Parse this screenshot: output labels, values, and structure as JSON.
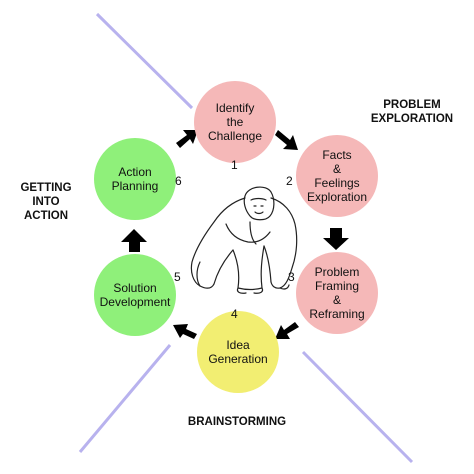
{
  "colors": {
    "pink": "#f5b8b8",
    "green": "#8ff07a",
    "yellow": "#f2ee72",
    "lines": "#b8b2ee",
    "arrows": "#000000"
  },
  "steps": [
    {
      "number": "1",
      "label": "Identify the Challenge",
      "lines": [
        "Identify",
        "the",
        "Challenge"
      ]
    },
    {
      "number": "2",
      "label": "Facts & Feelings Exploration",
      "lines": [
        "Facts",
        "&",
        "Feelings",
        "Exploration"
      ]
    },
    {
      "number": "3",
      "label": "Problem Framing & Reframing",
      "lines": [
        "Problem",
        "Framing",
        "&",
        "Reframing"
      ]
    },
    {
      "number": "4",
      "label": "Idea Generation",
      "lines": [
        "Idea",
        "Generation"
      ]
    },
    {
      "number": "5",
      "label": "Solution Development",
      "lines": [
        "Solution",
        "Development"
      ]
    },
    {
      "number": "6",
      "label": "Action Planning",
      "lines": [
        "Action",
        "Planning"
      ]
    }
  ],
  "sections": {
    "problem_exploration": [
      "PROBLEM",
      "EXPLORATION"
    ],
    "getting_into_action": [
      "GETTING",
      "INTO",
      "ACTION"
    ],
    "brainstorming": "BRAINSTORMING"
  },
  "center_icon": "gorilla-icon"
}
